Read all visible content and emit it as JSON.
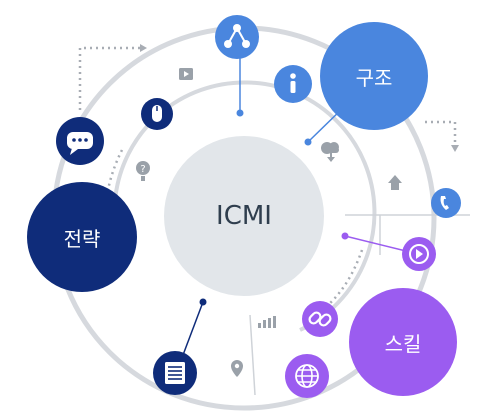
{
  "diagram": {
    "center": {
      "label": "ICMI"
    },
    "nodes": {
      "strategy": {
        "label": "전략",
        "color": "#0f2c7a"
      },
      "structure": {
        "label": "구조",
        "color": "#4a86de"
      },
      "skill": {
        "label": "스킬",
        "color": "#9b5cf0"
      }
    },
    "icons": [
      "network-icon",
      "info-icon",
      "chat-icon",
      "mouse-icon",
      "play-small-icon",
      "help-icon",
      "cloud-download-icon",
      "upload-arrow-icon",
      "phone-icon",
      "play-circle-icon",
      "link-icon",
      "bar-chart-icon",
      "document-icon",
      "location-pin-icon",
      "globe-icon"
    ],
    "colors": {
      "ring": "#d6d9de",
      "center_fill": "#e2e6ea",
      "dark_navy": "#0f2c7a",
      "blue": "#4a86de",
      "purple": "#9b5cf0"
    }
  }
}
